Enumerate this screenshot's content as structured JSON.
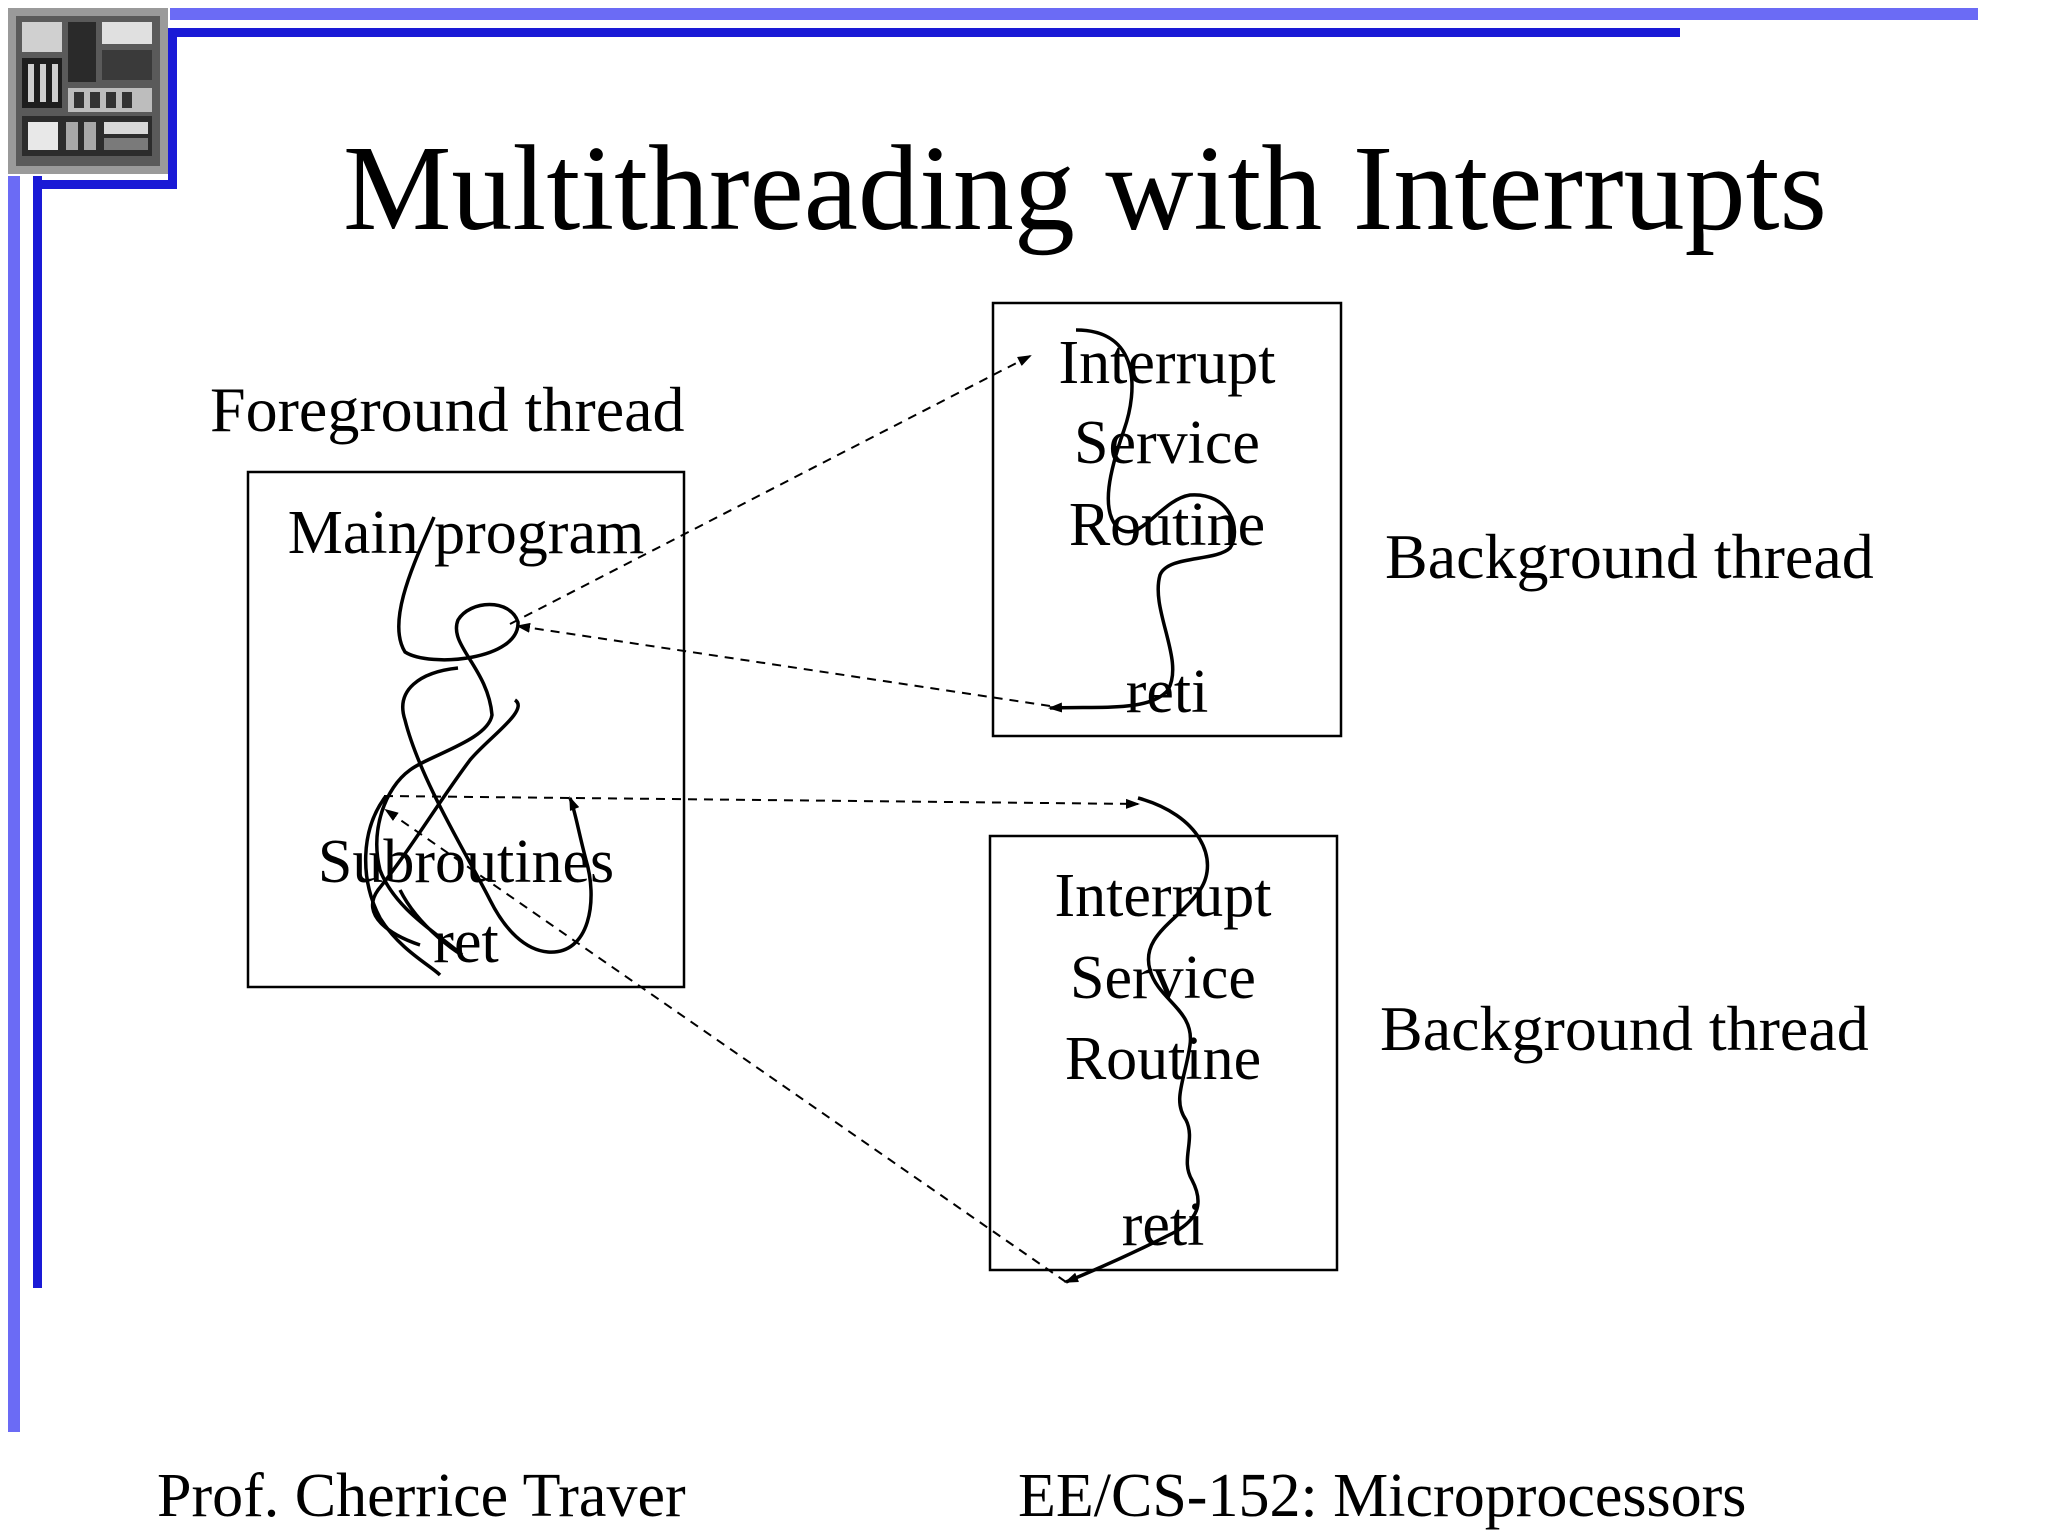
{
  "title": "Multithreading with Interrupts",
  "labels": {
    "foreground_thread": "Foreground thread",
    "background_thread_1": "Background thread",
    "background_thread_2": "Background thread"
  },
  "main_box": {
    "main_program": "Main program",
    "subroutines": "Subroutines",
    "ret": "ret"
  },
  "isr_top": {
    "line1": "Interrupt",
    "line2": "Service",
    "line3": "Routine",
    "reti": "reti"
  },
  "isr_bottom": {
    "line1": "Interrupt",
    "line2": "Service",
    "line3": "Routine",
    "reti": "reti"
  },
  "footer": {
    "left": "Prof. Cherrice Traver",
    "right": "EE/CS-152: Microprocessors"
  },
  "colors": {
    "accent_dark": "#1a1ad6",
    "accent_light": "#6b6bf5"
  },
  "logo_icon": "chip-die-icon"
}
